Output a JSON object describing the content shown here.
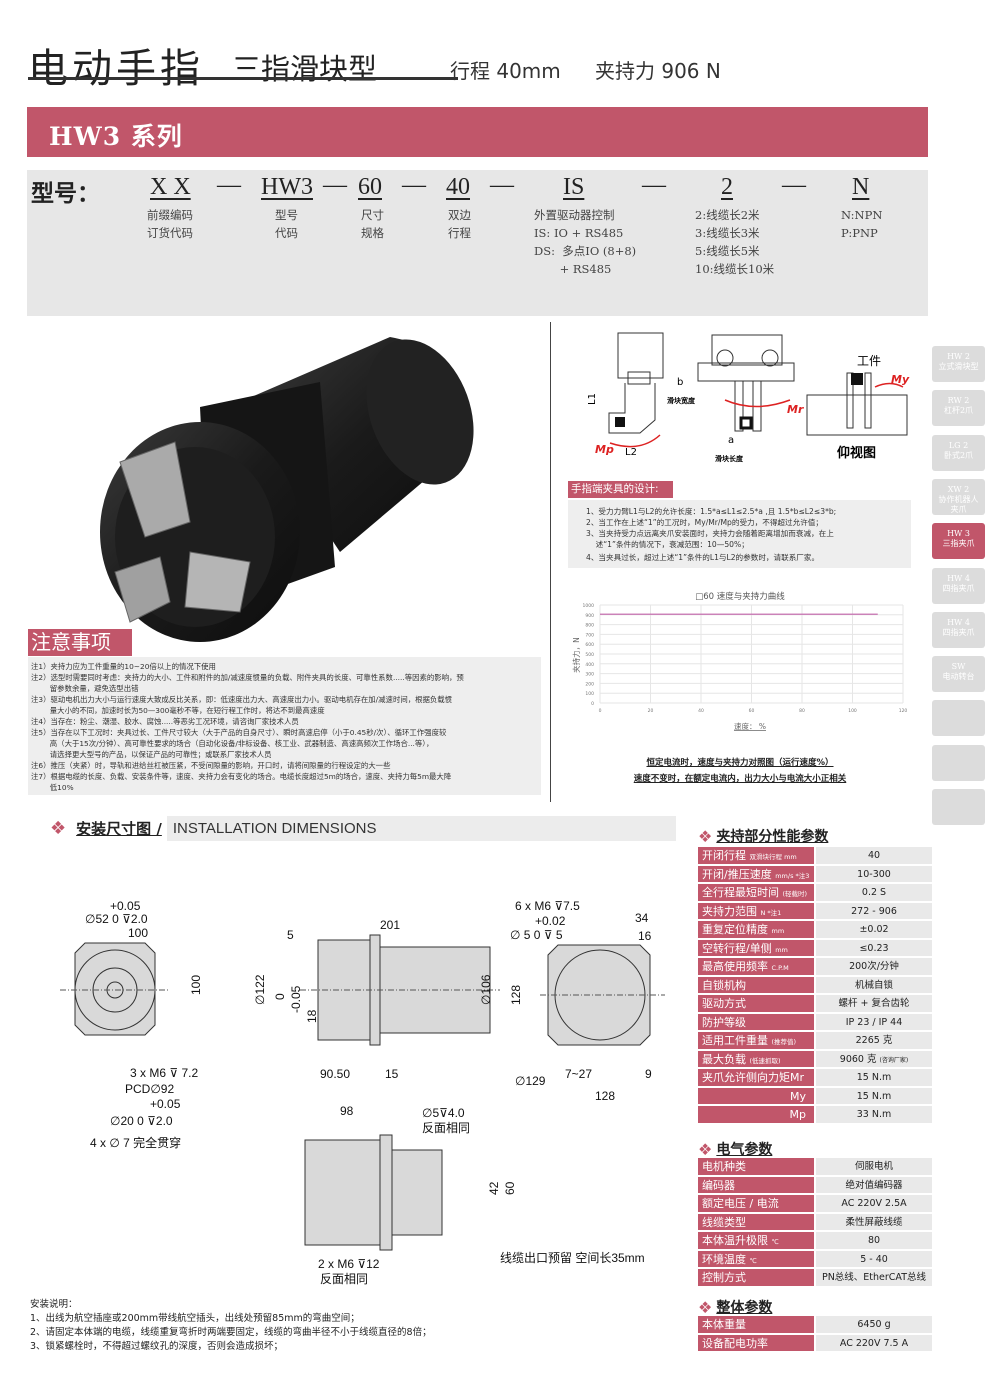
{
  "header": {
    "title": "电动手指",
    "subtitle": "三指滑块型",
    "stroke": "行程 40mm",
    "force": "夹持力 906 N"
  },
  "banner": {
    "series": "HW3  系列"
  },
  "model": {
    "label": "型号：",
    "codes": [
      "X X",
      "HW3",
      "60",
      "40",
      "IS",
      "2",
      "N"
    ],
    "descs": [
      "前缀编码\n订货代码",
      "型号\n代码",
      "尺寸\n规格",
      "双边\n行程",
      "外置驱动器控制\nIS: IO + RS485\nDS:  多点IO (8+8)\n       + RS485",
      "2:线缆长2米\n3:线缆长3米\n5:线缆长5米\n10:线缆长10米",
      "N:NPN\nP:PNP"
    ]
  },
  "diagram": {
    "b": "b",
    "b_label": "滑块宽度",
    "a": "a",
    "a_label": "滑块长度",
    "L1": "L1",
    "L2": "L2",
    "Mp": "Mp",
    "Mr": "Mr",
    "My": "My",
    "workpiece": "工件",
    "bottom_view": "仰视图"
  },
  "design": {
    "title": "手指端夹具的设计:",
    "items": [
      "1、受力力臂L1与L2的允许长度：1.5*a≤L1≤2.5*a ,且 1.5*b≤L2≤3*b;",
      "2、当工作在上述“1”的工况时，My/Mr/Mp的受力，不得超过允许值；",
      "3、当夹持受力点远离夹爪安装面时，夹持力会随着距离增加而衰减，在上\n    述“1”条件的情况下，衰减范围：10—50%；",
      "4、当夹具过长，超过上述“1”条件的L1与L2的参数时，请联系厂家。"
    ]
  },
  "chart_data": {
    "type": "line",
    "title": "□60 速度与夹持力曲线",
    "xlabel": "速度： %",
    "ylabel": "夹持力，N",
    "xlim": [
      0,
      120
    ],
    "ylim": [
      0,
      1000
    ],
    "xticks": [
      "0",
      "20",
      "40",
      "60",
      "80",
      "100",
      "120"
    ],
    "yticks": [
      "0",
      "100",
      "200",
      "300",
      "400",
      "500",
      "600",
      "700",
      "800",
      "900",
      "1000"
    ],
    "grid": true,
    "series": [
      {
        "x": [
          0,
          110
        ],
        "y": [
          906,
          906
        ],
        "color": "#c060a8"
      }
    ]
  },
  "chart_captions": [
    "恒定电流时，速度与夹持力对照图（运行速度%）",
    "速度不变时，在额定电流内，出力大小与电流大小正相关"
  ],
  "notes": {
    "title": "注意事项",
    "items": [
      "注1）夹持力应为工件重量的10~20倍以上的情况下使用",
      "注2）选型时需要同时考虑：夹持力的大小、工件和附件的加/减速度惯量的负载、附件夹具的长度、可靠性系数.....等因素的影响，预\n        留参数余量，避免选型出错",
      "注3）驱动电机出力大小与运行速度大致成反比关系，即：低速度出力大、高速度出力小。驱动电机存在加/减速时间，根据负载惯\n        量大小的不同，加速时长为50—300毫秒不等，在短行程工作时，将达不到最高速度",
      "注4）当存在：粉尘、潮湿、胶水、腐蚀.....等恶劣工况环境，请咨询厂家技术人员",
      "注5）当存在以下工况时：夹具过长、工件尺寸较大（大于产品的自身尺寸）、瞬时高速启停（小于0.45秒/次）、循环工作强度较\n        高（大于15次/分钟）、高可靠性要求的场合（自动化设备/非标设备、核工业、武器制造、高速高频次工作场合...等），\n        请选择更大型号的产品，以保证产品的可靠性；或联系厂家技术人员",
      "注6）推压（夹紧）时，导轨和进给丝杠被压紧，不受间隙量的影响，开口时，请将间隙量的行程设定的大一些",
      "注7）根据电缆的长度、负载、安装条件等，速度、夹持力会有变化的场合。电缆长度超过5m的场合，速度、夹持力每5m最大降\n        低10%"
    ]
  },
  "install": {
    "title_cn": "安装尺寸图 /",
    "title_en": "INSTALLATION DIMENSIONS",
    "dims": {
      "front": [
        "+0.05",
        "∅52  0    ⊽2.0",
        "100",
        "100",
        "3 x M6 ⊽ 7.2",
        "PCD∅92",
        "+0.05",
        "∅20  0    ⊽2.0",
        "4 x ∅ 7 完全贯穿"
      ],
      "side": [
        "201",
        "5",
        "∅122",
        "0",
        "-0.05",
        "18",
        "∅106",
        "90.50",
        "15"
      ],
      "rear": [
        "6 x M6 ⊽7.5",
        "+0.02",
        "∅ 5   0    ⊽ 5",
        "34",
        "16",
        "128",
        "∅129",
        "7~27",
        "9",
        "128"
      ],
      "bottom": [
        "98",
        "∅5⊽4.0",
        "反面相同",
        "42",
        "60",
        "2 x M6 ⊽12",
        "反面相同",
        "线缆出口预留\n空间长35mm"
      ]
    },
    "notes_title": "安装说明：",
    "notes": [
      "1、出线为航空插座或200mm带线航空插头，出线处预留85mm的弯曲空间；",
      "2、请固定本体端的电缆，线缆重复弯折时两端要固定，线缆的弯曲半径不小于线缆直径的8倍；",
      "3、锁紧螺栓时，不得超过螺纹孔的深度，否则会造成损坏；"
    ]
  },
  "perf": {
    "title": "夹持部分性能参数",
    "rows": [
      {
        "k": "开闭行程",
        "s": "双滑块行程 mm",
        "v": "40"
      },
      {
        "k": "开闭/推压速度",
        "s": "mm/s *注3",
        "v": "10-300"
      },
      {
        "k": "全行程最短时间",
        "s": "(轻载时)",
        "v": "0.2 S"
      },
      {
        "k": "夹持力范围",
        "s": "N *注1",
        "v": "272  - 906"
      },
      {
        "k": "重复定位精度",
        "s": "mm",
        "v": "±0.02"
      },
      {
        "k": "空转行程/单侧",
        "s": "mm",
        "v": "≤0.23"
      },
      {
        "k": "最高使用频率",
        "s": "C.P.M",
        "v": "200次/分钟"
      },
      {
        "k": "自锁机构",
        "s": "",
        "v": "机械自锁"
      },
      {
        "k": "驱动方式",
        "s": "",
        "v": "螺杆 + 复合齿轮"
      },
      {
        "k": "防护等级",
        "s": "",
        "v": "IP 23 / IP 44"
      },
      {
        "k": "适用工件重量",
        "s": "(推荐值)",
        "v": "2265 克"
      },
      {
        "k": "最大负载",
        "s": "(低速抓取)",
        "v": "9060 克",
        "vs": "(咨询厂家)"
      },
      {
        "k": "夹爪允许侧向力矩Mr",
        "s": "",
        "v": "15 N.m"
      },
      {
        "k": "My",
        "s": "",
        "v": "15 N.m",
        "right": true
      },
      {
        "k": "Mp",
        "s": "",
        "v": "33 N.m",
        "right": true
      }
    ]
  },
  "elec": {
    "title": "电气参数",
    "rows": [
      {
        "k": "电机种类",
        "v": "伺服电机"
      },
      {
        "k": "编码器",
        "v": "绝对值编码器"
      },
      {
        "k": "额定电压 / 电流",
        "v": "AC 220V   2.5A"
      },
      {
        "k": "线缆类型",
        "v": "柔性屏蔽线缆"
      },
      {
        "k": "本体温升极限",
        "s": "℃",
        "v": "80"
      },
      {
        "k": "环境温度",
        "s": "℃",
        "v": "5 - 40"
      },
      {
        "k": "控制方式",
        "v": "PN总线、EtherCAT总线"
      }
    ]
  },
  "overall": {
    "title": "整体参数",
    "rows": [
      {
        "k": "本体重量",
        "v": "6450 g"
      },
      {
        "k": "设备配电功率",
        "v": "AC 220V  7.5 A"
      }
    ]
  },
  "sidebar": [
    {
      "label": "HW 2\n立式滑块型"
    },
    {
      "label": "RW 2\n杠杆2爪"
    },
    {
      "label": "LG 2\n卧式2爪"
    },
    {
      "label": "XW 2\n协作机器人\n夹爪"
    },
    {
      "label": "HW 3\n三指夹爪",
      "active": true
    },
    {
      "label": "HW 4\n四指夹爪"
    },
    {
      "label": "HW 4\n四指夹爪"
    },
    {
      "label": "SW\n电动转台"
    },
    {
      "label": ""
    },
    {
      "label": ""
    },
    {
      "label": ""
    }
  ],
  "colors": {
    "accent": "#c1566a",
    "panel": "#e7e7e7",
    "curve": "#c060a8"
  }
}
